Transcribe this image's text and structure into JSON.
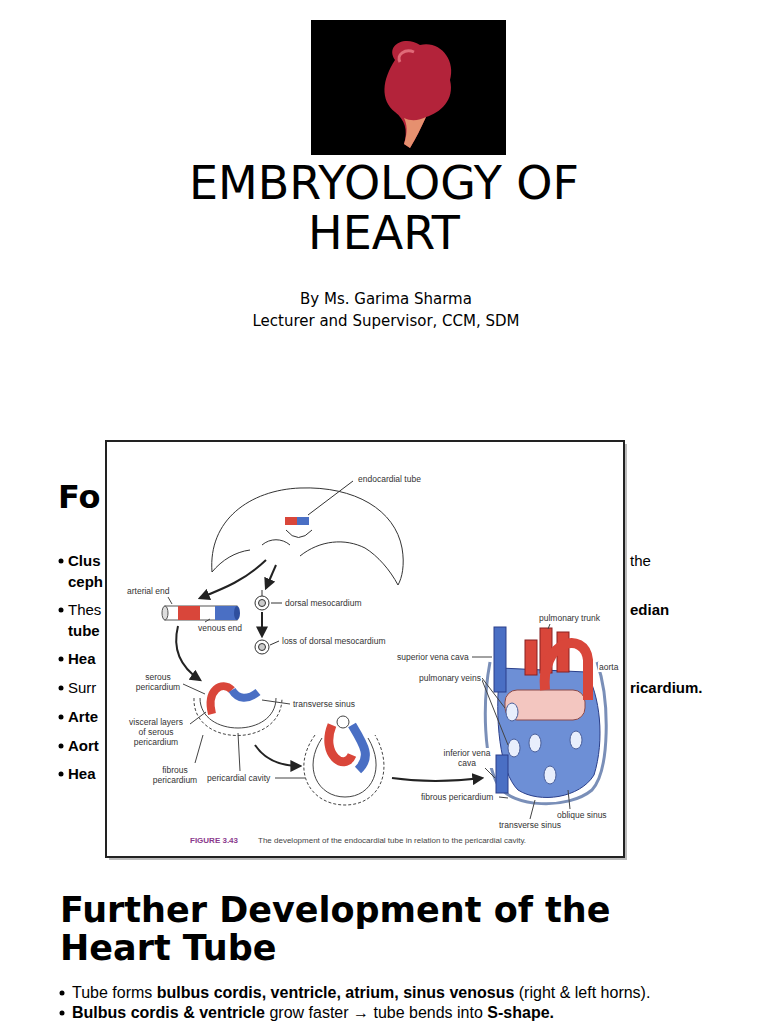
{
  "diagram": {
    "title": "EMBRYOLOGY OF HEART",
    "labels": [
      "By Ms. Garima Sharma",
      "Lecturer and Supervisor, CCM, SDM",
      "Fo",
      "Clus",
      "ceph",
      "the",
      "Thes",
      "tube",
      "edian",
      "Hea",
      "Surr",
      "ricardium.",
      "Arte",
      "Aort",
      "Hea",
      "endocardial tube",
      "arterial end",
      "venous end",
      "dorsal mesocardium",
      "loss of dorsal mesocardium",
      "serous pericardium",
      "transverse sinus",
      "visceral layers of serous pericardium",
      "fibrous pericardium",
      "pericardial cavity",
      "superior vena cava",
      "pulmonary veins",
      "pulmonary trunk",
      "aorta",
      "inferior vena cava",
      "fibrous pericardium",
      "oblique sinus",
      "transverse sinus",
      "FIGURE 3.43",
      "The development of the endocardial tube in relation to the pericardial cavity.",
      "Further Development of the Heart Tube",
      "Tube forms",
      "bulbus cordis,",
      "ventricle,",
      "atrium,",
      "sinus venosus",
      "(right & left horns).",
      "Bulbus cordis & ventricle",
      "grow faster → tube bends into",
      "S-shape."
    ]
  }
}
